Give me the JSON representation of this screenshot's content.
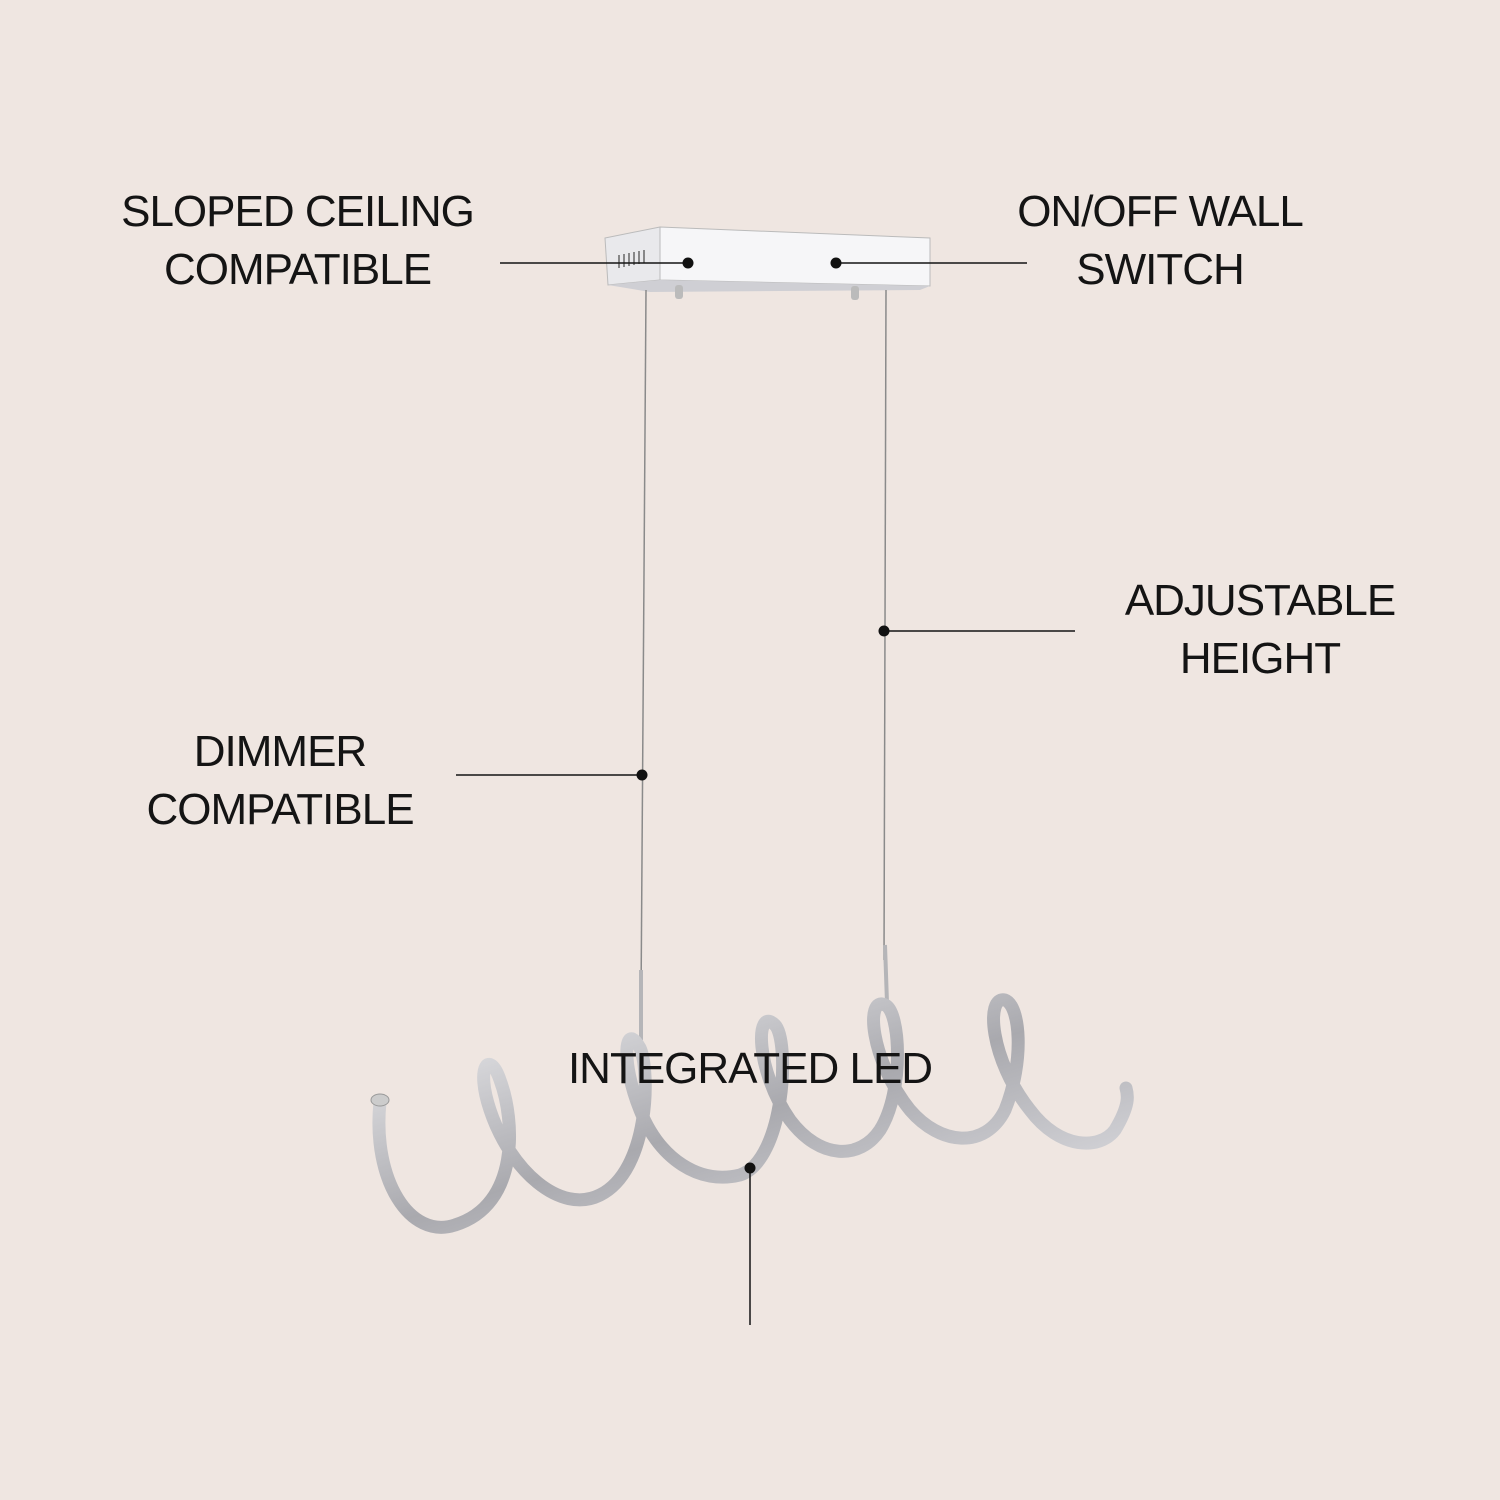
{
  "callouts": {
    "sloped_ceiling": [
      "SLOPED CEILING",
      "COMPATIBLE"
    ],
    "wall_switch": [
      "ON/OFF WALL",
      "SWITCH"
    ],
    "adjustable_height": [
      "ADJUSTABLE",
      "HEIGHT"
    ],
    "dimmer": [
      "DIMMER",
      "COMPATIBLE"
    ],
    "integrated_led": [
      "INTEGRATED LED"
    ]
  },
  "colors": {
    "background": "#efe6e1",
    "text": "#141414",
    "chrome": "#c9c9cc"
  }
}
